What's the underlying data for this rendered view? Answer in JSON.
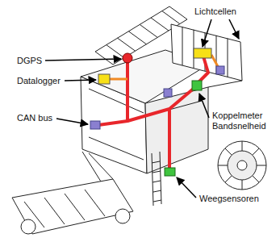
{
  "diagram": {
    "labels": [
      "Lichtcellen",
      "DGPS",
      "Datalogger",
      "CAN bus",
      "Koppelmeter Bandsnelheid",
      "Weegsensoren"
    ]
  }
}
